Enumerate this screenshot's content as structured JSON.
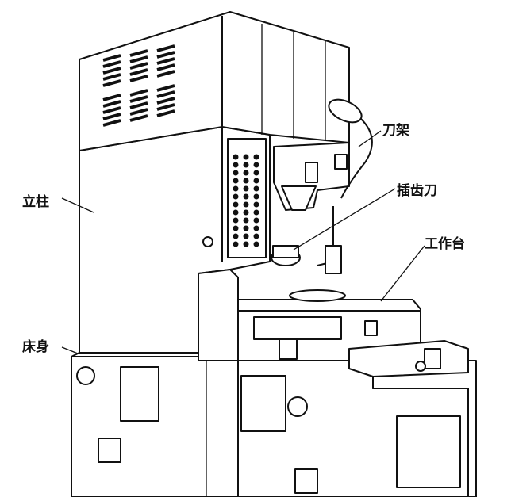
{
  "title": "Gear shaping machine diagram",
  "labels": {
    "tool_holder": "刀架",
    "shaper_cutter": "插齿刀",
    "worktable": "工作台",
    "column": "立柱",
    "bed": "床身"
  }
}
